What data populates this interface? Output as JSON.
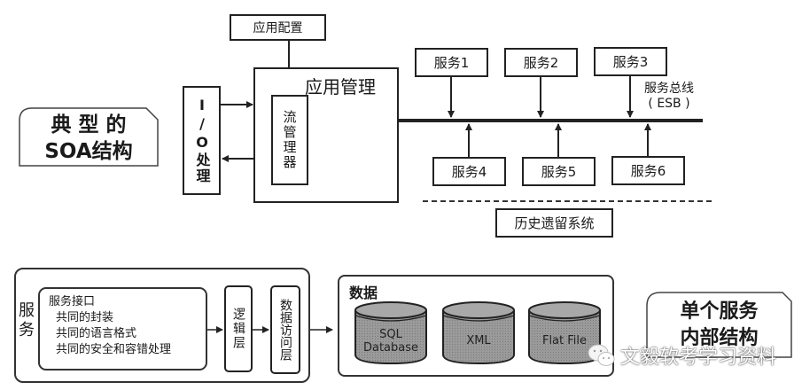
{
  "top": {
    "title_line1": "典 型 的",
    "title_line2": "SOA结构",
    "app_config": "应用配置",
    "io_processing": "I/O处理",
    "app_management": "应用管理",
    "flow_manager": "流管理器",
    "services_top": [
      "服务1",
      "服务2",
      "服务3"
    ],
    "services_bottom": [
      "服务4",
      "服务5",
      "服务6"
    ],
    "esb_line1": "服务总线",
    "esb_line2": "( ESB )",
    "legacy_system": "历史遗留系统"
  },
  "bottom": {
    "service_label": "服务",
    "interface_title": "服务接口",
    "interface_items": [
      "共同的封装",
      "共同的语言格式",
      "共同的安全和容错处理"
    ],
    "logic_layer": "逻辑层",
    "data_access_layer": "数据访问层",
    "data_title": "数据",
    "data_stores": [
      {
        "line1": "SQL",
        "line2": "Database"
      },
      {
        "line1": "XML",
        "line2": ""
      },
      {
        "line1": "Flat File",
        "line2": ""
      }
    ],
    "title_line1": "单个服务",
    "title_line2": "内部结构"
  },
  "watermark": {
    "icon": "wechat-icon",
    "text": "文毅软考学习资料"
  }
}
